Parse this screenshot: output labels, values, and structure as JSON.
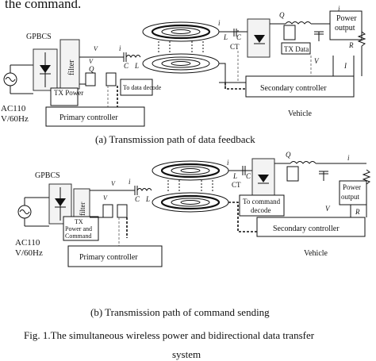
{
  "top_text": "the command.",
  "diagram_a": {
    "system_label": "GPBCS",
    "ac_source": [
      "AC110",
      "V/60Hz"
    ],
    "filter": "filter",
    "tx_power": "TX Power",
    "to_data_decode": "To data decode",
    "primary_controller": "Primary controller",
    "vehicle": "Vehicle",
    "secondary_controller": "Secondary controller",
    "tx_data": "TX Data",
    "power_output": [
      "Power",
      "output"
    ],
    "ct": "CT",
    "caption": "(a) Transmission path of data feedback"
  },
  "diagram_b": {
    "system_label": "GPBCS",
    "ac_source": [
      "AC110",
      "V/60Hz"
    ],
    "filter": "filter",
    "tx_power_command": [
      "TX",
      "Power and",
      "Command"
    ],
    "to_command_decode": [
      "To command",
      "decode"
    ],
    "primary_controller": "Primary controller",
    "vehicle": "Vehicle",
    "secondary_controller": "Secondary controller",
    "power_output": [
      "Power",
      "output"
    ],
    "ct": "CT",
    "caption": "(b) Transmission path of command sending"
  },
  "fig_caption": [
    "Fig. 1.The simultaneous wireless power and bidirectional data transfer",
    "system"
  ]
}
